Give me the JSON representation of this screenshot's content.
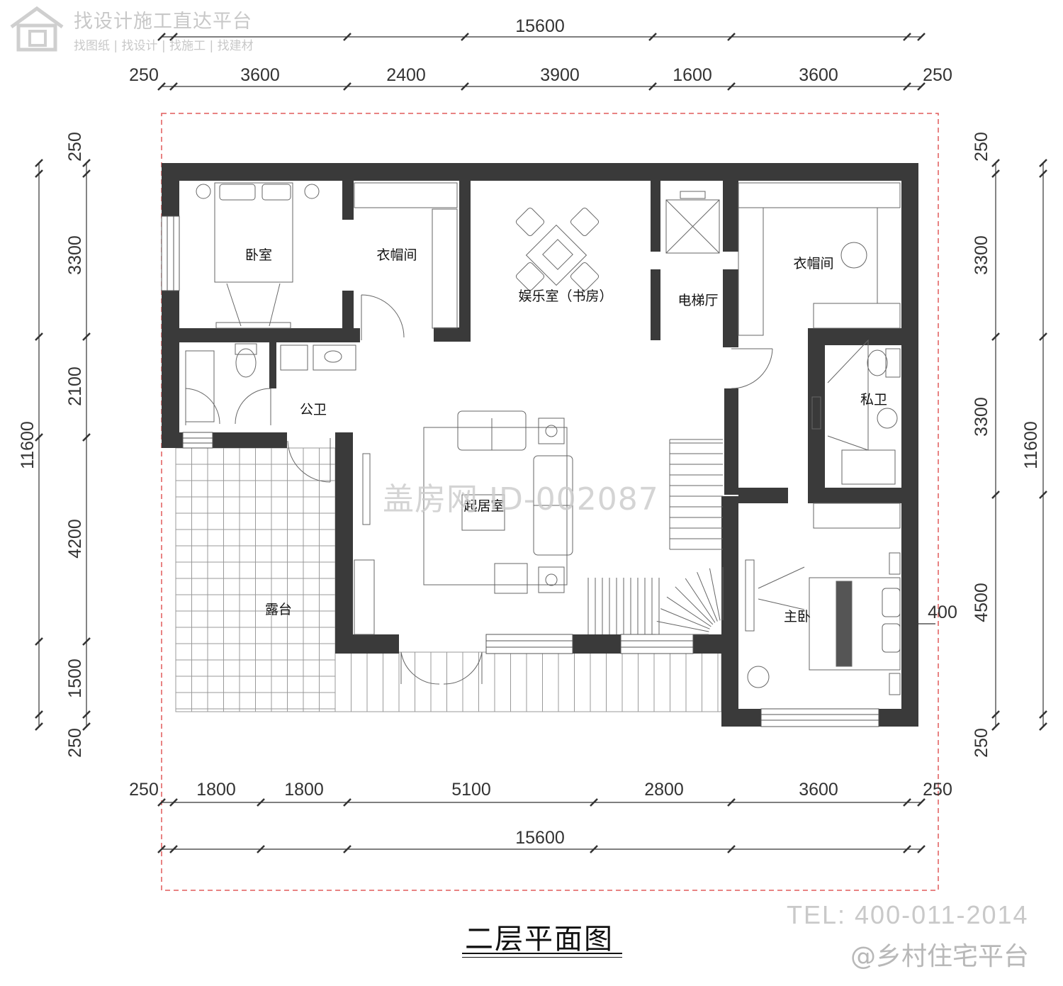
{
  "title": "二层平面图",
  "watermark": {
    "platform_title": "找设计施工直达平台",
    "platform_sub": "找图纸 | 找设计 | 找施工 | 找建材",
    "id_text": "盖房网 ID-002087",
    "tel": "TEL: 400-011-2014",
    "brand": "@乡村住宅平台"
  },
  "dims": {
    "top_total": "15600",
    "top_segments": [
      "250",
      "3600",
      "2400",
      "3900",
      "1600",
      "3600",
      "250"
    ],
    "bottom_segments": [
      "250",
      "1800",
      "1800",
      "5100",
      "2800",
      "3600",
      "250"
    ],
    "bottom_total": "15600",
    "left_segments": [
      "250",
      "3300",
      "2100",
      "4200",
      "1500",
      "250"
    ],
    "left_total": "11600",
    "right_segments": [
      "250",
      "3300",
      "3300",
      "4500",
      "250"
    ],
    "right_total": "11600",
    "right_extra": "400"
  },
  "rooms": {
    "bedroom": "卧室",
    "closet_left": "衣帽间",
    "entertainment": "娱乐室（书房）",
    "elevator_hall": "电梯厅",
    "closet_right": "衣帽间",
    "public_bath": "公卫",
    "private_bath": "私卫",
    "living": "起居室",
    "master_bedroom": "主卧",
    "terrace": "露台"
  },
  "colors": {
    "wall": "#3a3a3a",
    "boundary": "#e05a5a",
    "line": "#555555"
  }
}
